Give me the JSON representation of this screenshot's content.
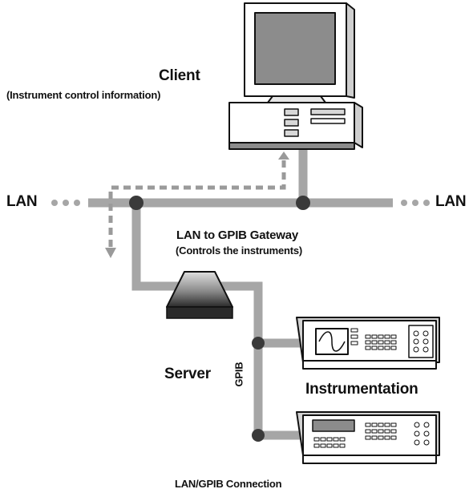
{
  "labels": {
    "client": "Client",
    "client_sub": "(Instrument control information)",
    "lan_left": "LAN",
    "lan_right": "LAN",
    "gateway": "LAN to GPIB Gateway",
    "gateway_sub": "(Controls the instruments)",
    "server": "Server",
    "gpib": "GPIB",
    "instrumentation": "Instrumentation",
    "caption": "LAN/GPIB Connection"
  },
  "colors": {
    "cable": "#a6a6a6",
    "node": "#3a3a3a",
    "arrow": "#9a9a9a",
    "outline": "#111111",
    "screen": "#8c8c8c"
  },
  "icons": [
    "computer-icon",
    "gateway-box-icon",
    "function-generator-icon",
    "multimeter-icon"
  ]
}
